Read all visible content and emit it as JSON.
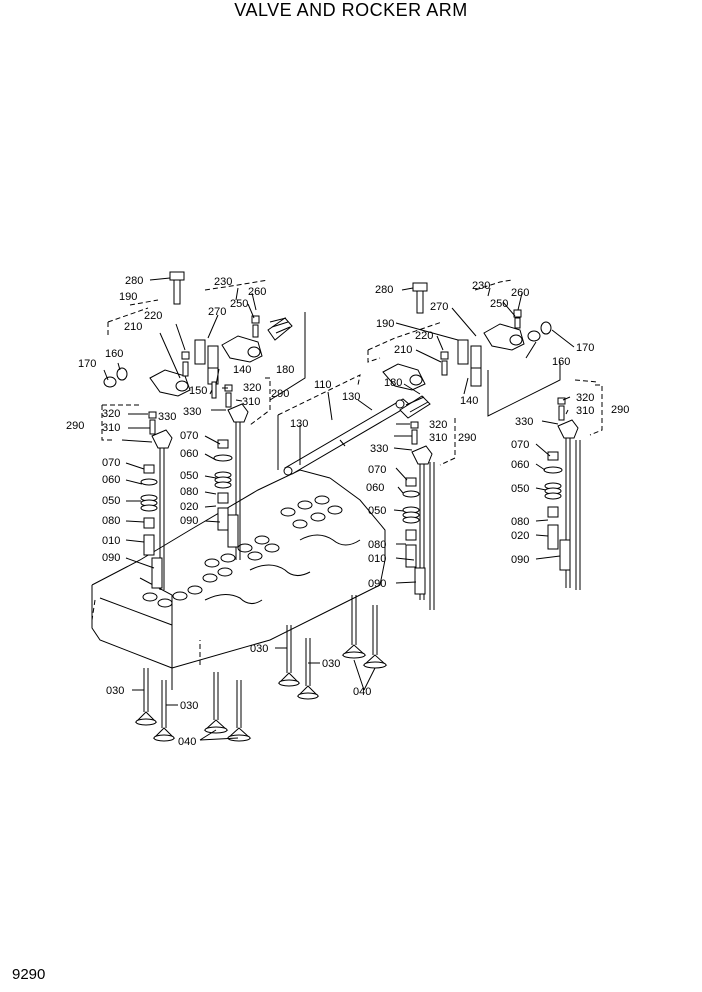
{
  "title": "VALVE AND ROCKER ARM",
  "page_number": "9290",
  "callouts": [
    {
      "id": "l1",
      "text": "280"
    },
    {
      "id": "l2",
      "text": "230"
    },
    {
      "id": "l3",
      "text": "260"
    },
    {
      "id": "l4",
      "text": "190"
    },
    {
      "id": "l5",
      "text": "250"
    },
    {
      "id": "l6",
      "text": "270"
    },
    {
      "id": "l7",
      "text": "220"
    },
    {
      "id": "l8",
      "text": "210"
    },
    {
      "id": "l9",
      "text": "160"
    },
    {
      "id": "l10",
      "text": "170"
    },
    {
      "id": "l11",
      "text": "140"
    },
    {
      "id": "l12",
      "text": "180"
    },
    {
      "id": "l13",
      "text": "150"
    },
    {
      "id": "l14",
      "text": "320"
    },
    {
      "id": "l15",
      "text": "290"
    },
    {
      "id": "l16",
      "text": "330"
    },
    {
      "id": "l17",
      "text": "310"
    },
    {
      "id": "l18",
      "text": "320"
    },
    {
      "id": "l19",
      "text": "330"
    },
    {
      "id": "l20",
      "text": "290"
    },
    {
      "id": "l21",
      "text": "310"
    },
    {
      "id": "l22",
      "text": "070"
    },
    {
      "id": "l23",
      "text": "060"
    },
    {
      "id": "l24",
      "text": "050"
    },
    {
      "id": "l25",
      "text": "080"
    },
    {
      "id": "l26",
      "text": "020"
    },
    {
      "id": "l27",
      "text": "090"
    },
    {
      "id": "l28",
      "text": "070"
    },
    {
      "id": "l29",
      "text": "060"
    },
    {
      "id": "l30",
      "text": "050"
    },
    {
      "id": "l31",
      "text": "080"
    },
    {
      "id": "l32",
      "text": "010"
    },
    {
      "id": "l33",
      "text": "090"
    },
    {
      "id": "l34",
      "text": "110"
    },
    {
      "id": "l35",
      "text": "130"
    },
    {
      "id": "l36",
      "text": "130"
    },
    {
      "id": "l37",
      "text": "280"
    },
    {
      "id": "l38",
      "text": "230"
    },
    {
      "id": "l39",
      "text": "260"
    },
    {
      "id": "l40",
      "text": "270"
    },
    {
      "id": "l41",
      "text": "250"
    },
    {
      "id": "l42",
      "text": "170"
    },
    {
      "id": "l43",
      "text": "190"
    },
    {
      "id": "l44",
      "text": "220"
    },
    {
      "id": "l45",
      "text": "210"
    },
    {
      "id": "l46",
      "text": "160"
    },
    {
      "id": "l47",
      "text": "180"
    },
    {
      "id": "l48",
      "text": "140"
    },
    {
      "id": "l49",
      "text": "320"
    },
    {
      "id": "l50",
      "text": "330"
    },
    {
      "id": "l51",
      "text": "310"
    },
    {
      "id": "l52",
      "text": "290"
    },
    {
      "id": "l53",
      "text": "320"
    },
    {
      "id": "l54",
      "text": "330"
    },
    {
      "id": "l55",
      "text": "310"
    },
    {
      "id": "l56",
      "text": "290"
    },
    {
      "id": "l57",
      "text": "070"
    },
    {
      "id": "l58",
      "text": "060"
    },
    {
      "id": "l59",
      "text": "050"
    },
    {
      "id": "l60",
      "text": "080"
    },
    {
      "id": "l61",
      "text": "010"
    },
    {
      "id": "l62",
      "text": "090"
    },
    {
      "id": "l63",
      "text": "070"
    },
    {
      "id": "l64",
      "text": "060"
    },
    {
      "id": "l65",
      "text": "050"
    },
    {
      "id": "l66",
      "text": "080"
    },
    {
      "id": "l67",
      "text": "020"
    },
    {
      "id": "l68",
      "text": "090"
    },
    {
      "id": "l69",
      "text": "030"
    },
    {
      "id": "l70",
      "text": "030"
    },
    {
      "id": "l71",
      "text": "040"
    },
    {
      "id": "l72",
      "text": "030"
    },
    {
      "id": "l73",
      "text": "030"
    },
    {
      "id": "l74",
      "text": "040"
    }
  ]
}
